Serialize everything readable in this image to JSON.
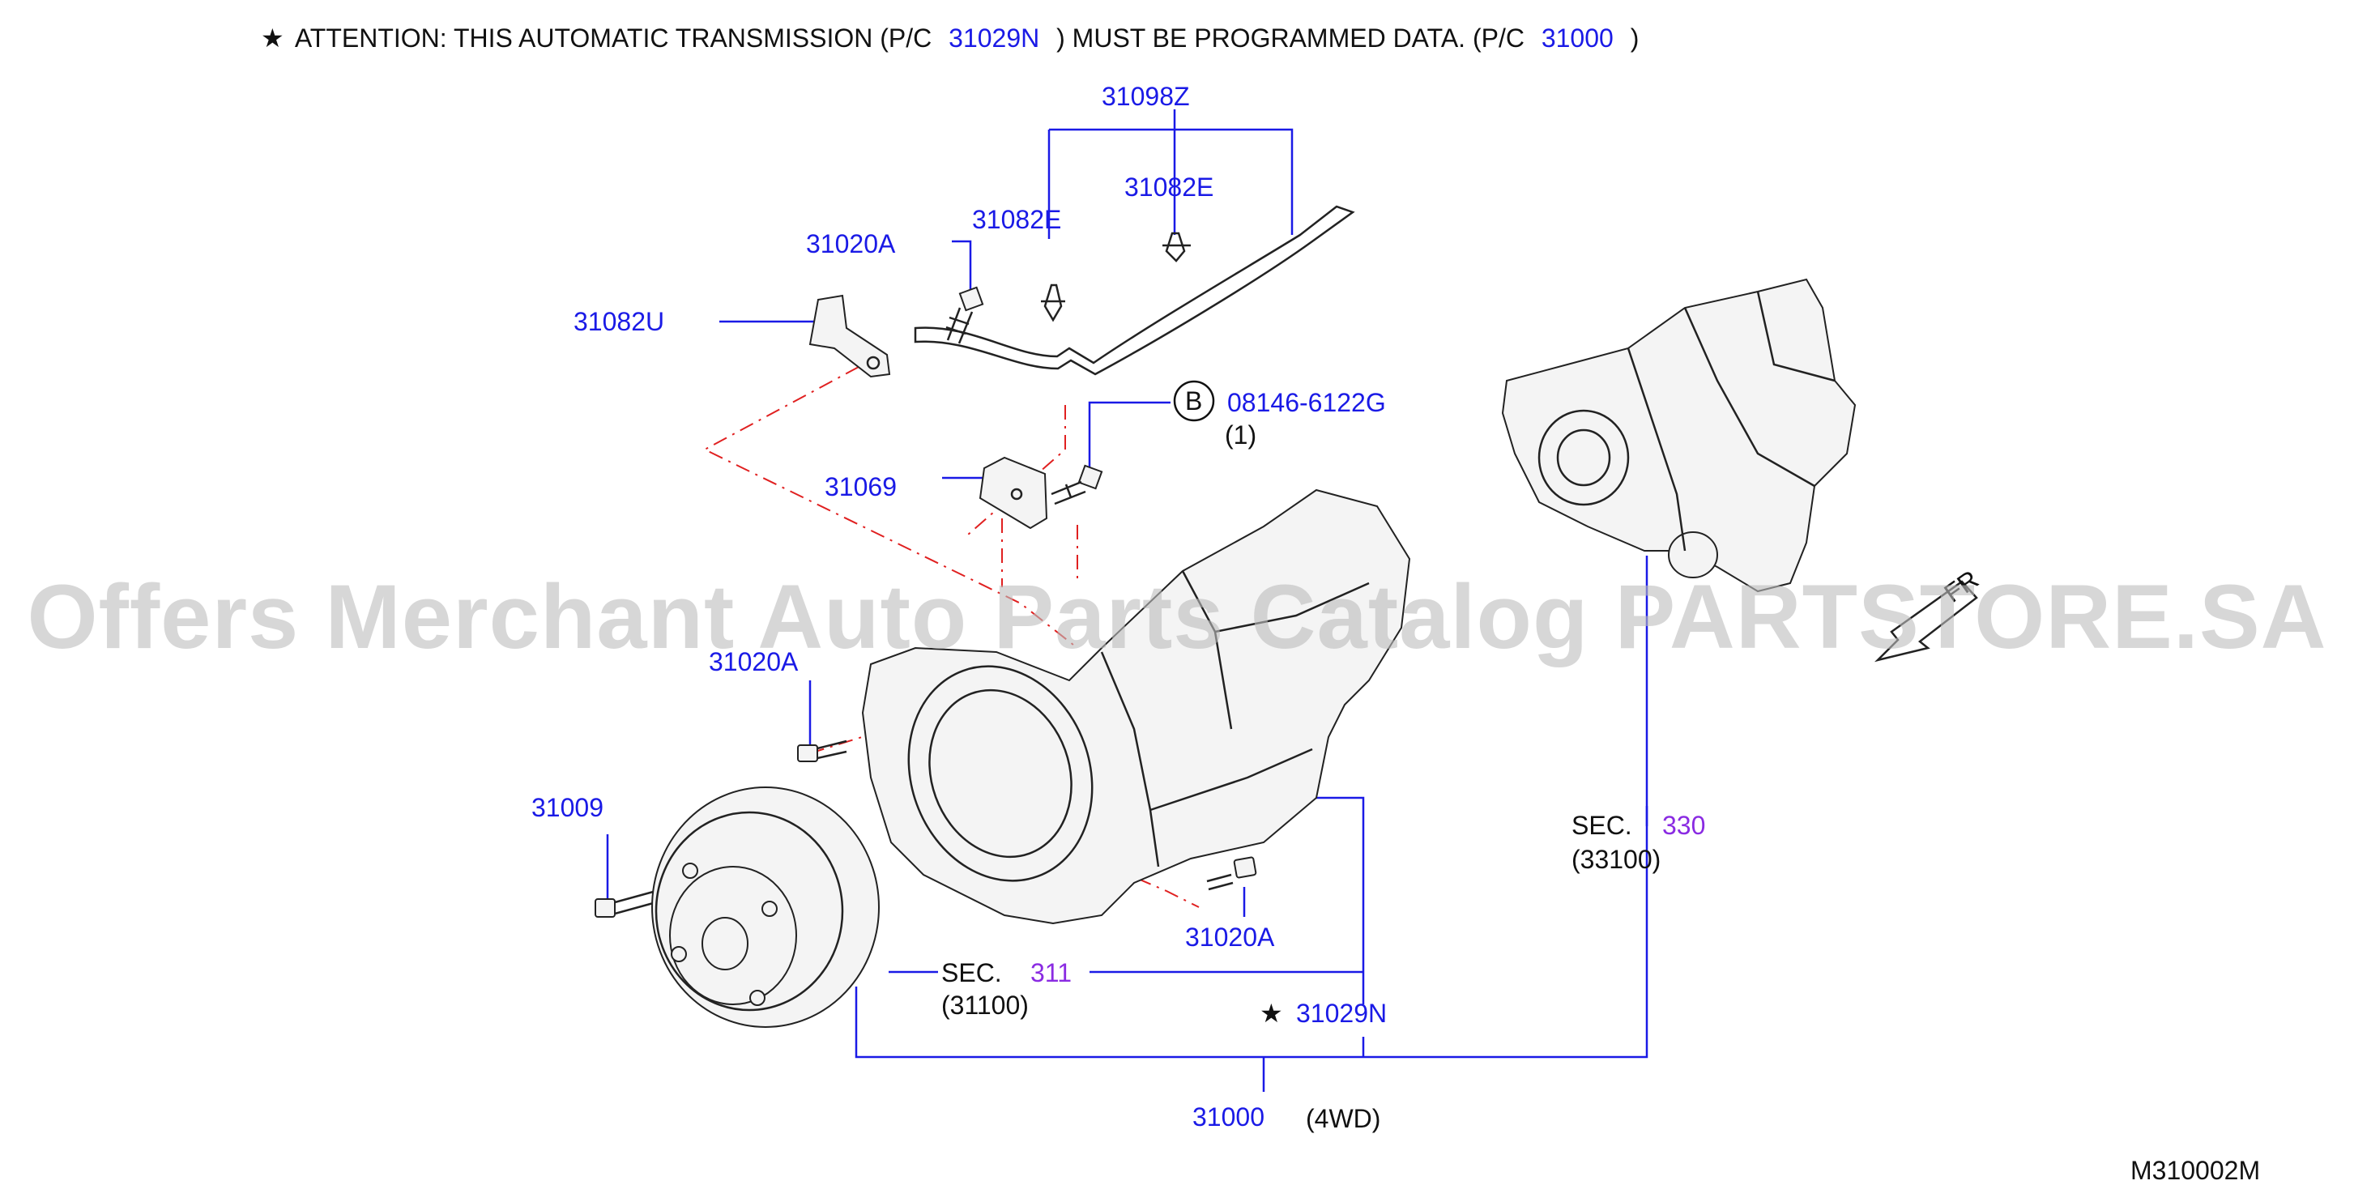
{
  "attention": {
    "star": "★",
    "prefix": "ATTENTION:  THIS  AUTOMATIC  TRANSMISSION  (P/C",
    "pc1": "31029N",
    "middle": ")  MUST  BE  PROGRAMMED  DATA.  (P/C",
    "pc2": "31000",
    "suffix": ")"
  },
  "labels": {
    "p31098Z": "31098Z",
    "p31082E_a": "31082E",
    "p31082E_b": "31082E",
    "p31020A_top": "31020A",
    "p31082U": "31082U",
    "b_circle": "B",
    "p08146": "08146-6122G",
    "p08146_qty": "(1)",
    "p31069": "31069",
    "p31020A_mid": "31020A",
    "p31009": "31009",
    "p31020A_low": "31020A",
    "sec311_text": "SEC.",
    "sec311_num": "311",
    "sec311_sub": "(31100)",
    "sec330_text": "SEC.",
    "sec330_num": "330",
    "sec330_sub": "(33100)",
    "p31029N_star": "★",
    "p31029N": "31029N",
    "p31000": "31000",
    "p31000_note": "(4WD)",
    "fr": "FR",
    "diagram_code": "M310002M"
  },
  "watermark": "Offers Merchant Auto Parts Catalog PARTSTORE.SA",
  "colors": {
    "part_number": "#1a1ae6",
    "section_number": "#8a2be2",
    "text": "#111111",
    "leader_line": "#1a1ae6",
    "dash_line": "#e02020",
    "watermark": "#bdbdbd"
  }
}
